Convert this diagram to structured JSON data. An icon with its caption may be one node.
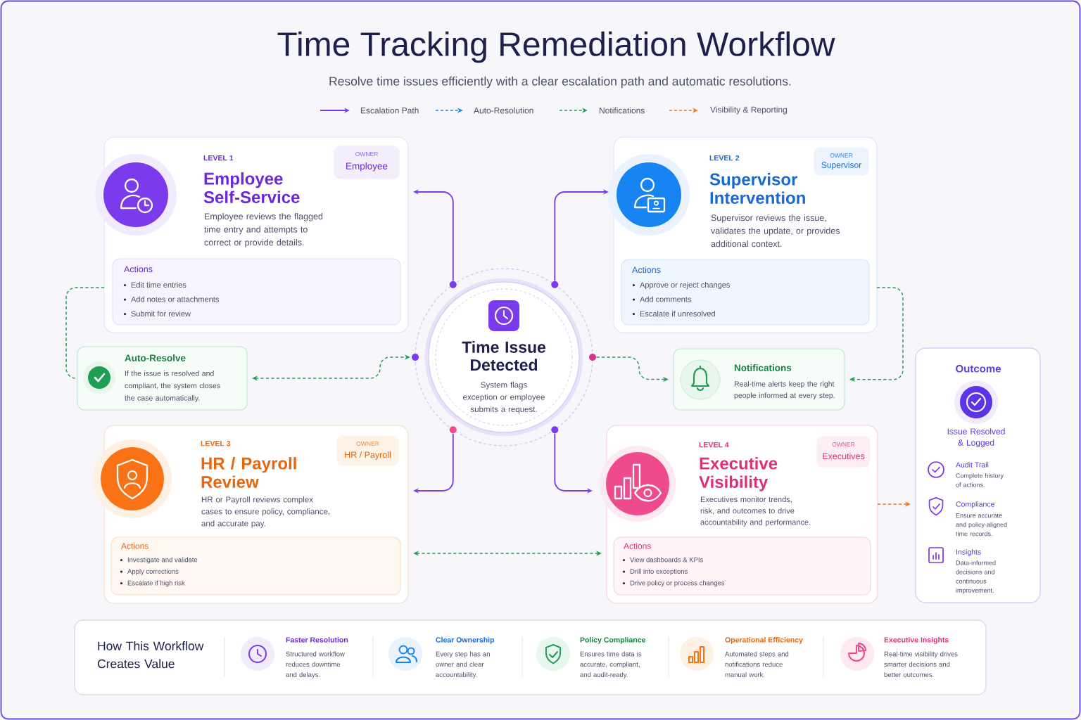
{
  "diagram": {
    "title": "Time Tracking Remediation Workflow",
    "nodes": [
      {
        "text": [
          "LEVEL 1",
          "Employee Self-Service",
          "Employee reviews the flagged time entry and attempts to correct or provide details."
        ]
      },
      {
        "text": [
          "OWNER",
          "Employee"
        ],
        "in": 0
      },
      {
        "text": [
          "Actions",
          "Edit time entries",
          "Add notes or attachments",
          "Submit for review"
        ],
        "in": 0
      },
      {
        "text": [
          "LEVEL 2",
          "Supervisor Intervention",
          "Supervisor reviews the issue, validates the update, or provides additional context."
        ]
      },
      {
        "text": [
          "OWNER",
          "Supervisor"
        ],
        "in": 3
      },
      {
        "text": [
          "Actions",
          "Approve or reject changes",
          "Add comments",
          "Escalate if unresolved"
        ],
        "in": 3
      },
      {
        "text": [
          "Auto-Resolve",
          "If the issue is resolved and compliant, the system closes the case automatically."
        ]
      },
      {
        "text": [
          "Time Issue Detected",
          "System flags exception or employee submits a request."
        ]
      },
      {
        "text": [
          "Notifications",
          "Real-time alerts keep the right people informed at every step."
        ]
      },
      {
        "text": [
          "Outcome",
          "Issue Resolved & Logged",
          "Audit Trail",
          "Complete history of actions.",
          "Compliance",
          "Ensure accurate and policy-aligned time records.",
          "Insights",
          "Data-informed decisions and continuous improvement."
        ]
      },
      {
        "text": [
          "LEVEL 3",
          "HR / Payroll Review",
          "HR or Payroll reviews complex cases to ensure policy, compliance, and accurate pay."
        ]
      },
      {
        "text": [
          "OWNER",
          "HR / Payroll"
        ],
        "in": 10
      },
      {
        "text": [
          "Actions",
          "Investigate and validate",
          "Apply corrections",
          "Escalate if high risk"
        ],
        "in": 10
      },
      {
        "text": [
          "LEVEL 4",
          "Executive Visibility",
          "Executives monitor trends, risk, and outcomes to drive accountability and performance."
        ]
      },
      {
        "text": [
          "OWNER",
          "Executives"
        ],
        "in": 13
      },
      {
        "text": [
          "Actions",
          "View dashboards & KPIs",
          "Drill into exceptions",
          "Drive policy or process changes"
        ],
        "in": 13
      },
      {
        "text": [
          "How This Workflow Creates Value",
          "Faster Resolution",
          "Structured workflow reduces downtime and delays.",
          "Clear Ownership",
          "Every step has an owner and clear accountability.",
          "Policy Compliance",
          "Ensures time data is accurate, compliant, and audit-ready.",
          "Operational Efficiency",
          "Automated steps and notifications reduce manual work.",
          "Executive Insights",
          "Real-time visibility drives smarter decisions and better outcomes."
        ]
      }
    ],
    "edges": [
      {
        "from": 7,
        "to": 0,
        "arrow": "to",
        "color": "#7c3aed"
      },
      {
        "from": 7,
        "to": 3,
        "arrow": "to",
        "color": "#7c3aed"
      },
      {
        "from": 7,
        "to": 10,
        "arrow": "to",
        "color": "#7c3aed"
      },
      {
        "from": 7,
        "to": 13,
        "arrow": "to",
        "color": "#7c3aed"
      },
      {
        "from": 0,
        "to": 6,
        "arrow": "none",
        "style": "dashed"
      },
      {
        "from": 6,
        "to": 7,
        "arrow": "both",
        "style": "dashed"
      },
      {
        "from": 7,
        "to": 8,
        "arrow": "to",
        "style": "dashed"
      },
      {
        "from": 3,
        "to": 8,
        "arrow": "to",
        "style": "dashed"
      },
      {
        "from": 10,
        "to": 13,
        "arrow": "both",
        "style": "dashed"
      },
      {
        "from": 13,
        "to": 9,
        "arrow": "to",
        "style": "dashed",
        "color": "#f97316"
      }
    ],
    "labels": [
      "Resolve time issues efficiently with a clear escalation path and automatic resolutions."
    ],
    "legend": [
      {
        "text": "Escalation Path"
      },
      {
        "text": "Auto-Resolution"
      },
      {
        "text": "Notifications"
      },
      {
        "text": "Visibility & Reporting"
      }
    ]
  }
}
